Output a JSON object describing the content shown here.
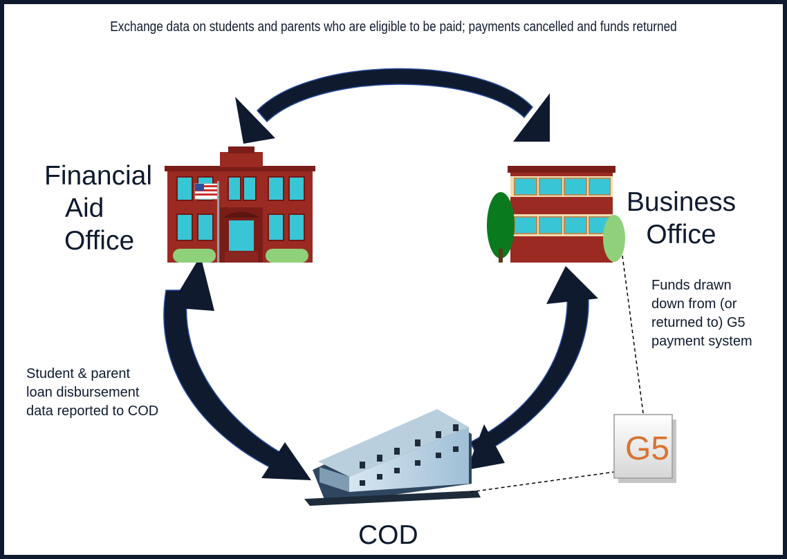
{
  "diagram": {
    "top_caption": "Exchange data on students and parents who are eligible to be paid; payments cancelled and funds returned",
    "nodes": {
      "financial_aid": [
        "Financial",
        "Aid",
        "Office"
      ],
      "business_office": [
        "Business",
        "Office"
      ],
      "cod": "COD",
      "g5_logo": "G5"
    },
    "annotations": {
      "left": [
        "Student & parent",
        "loan disbursement",
        "data reported to COD"
      ],
      "right": [
        "Funds drawn",
        "down from (or",
        "returned to) G5",
        "payment system"
      ]
    },
    "colors": {
      "arrow": "#0f1a2e",
      "text": "#0f1a2e",
      "brick": "#9b2a22",
      "window": "#38c6d6",
      "g5_orange": "#d9722e"
    },
    "icons": [
      "school-building-icon",
      "office-building-icon",
      "cod-building-icon",
      "g5-logo-icon",
      "us-flag-icon"
    ]
  }
}
